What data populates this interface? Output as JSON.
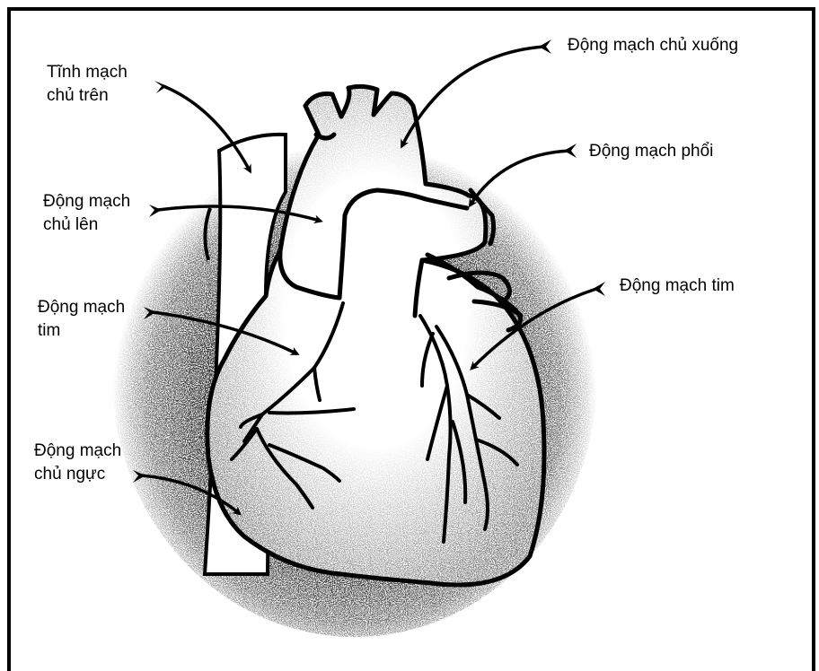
{
  "labels": {
    "superior_vena_cava": "Tĩnh mạch\nchủ trên",
    "ascending_aorta": "Động mạch\nchủ lên",
    "coronary_artery_left": "Động mạch\ntim",
    "thoracic_aorta": "Động mạch\nchủ ngực",
    "descending_aorta": "Động mạch chủ xuống",
    "pulmonary_artery": "Động mạch phổi",
    "coronary_artery_right": "Động mạch tim"
  },
  "colors": {
    "ink": "#000000",
    "paper": "#ffffff",
    "stipple": "#1a1a1a"
  }
}
